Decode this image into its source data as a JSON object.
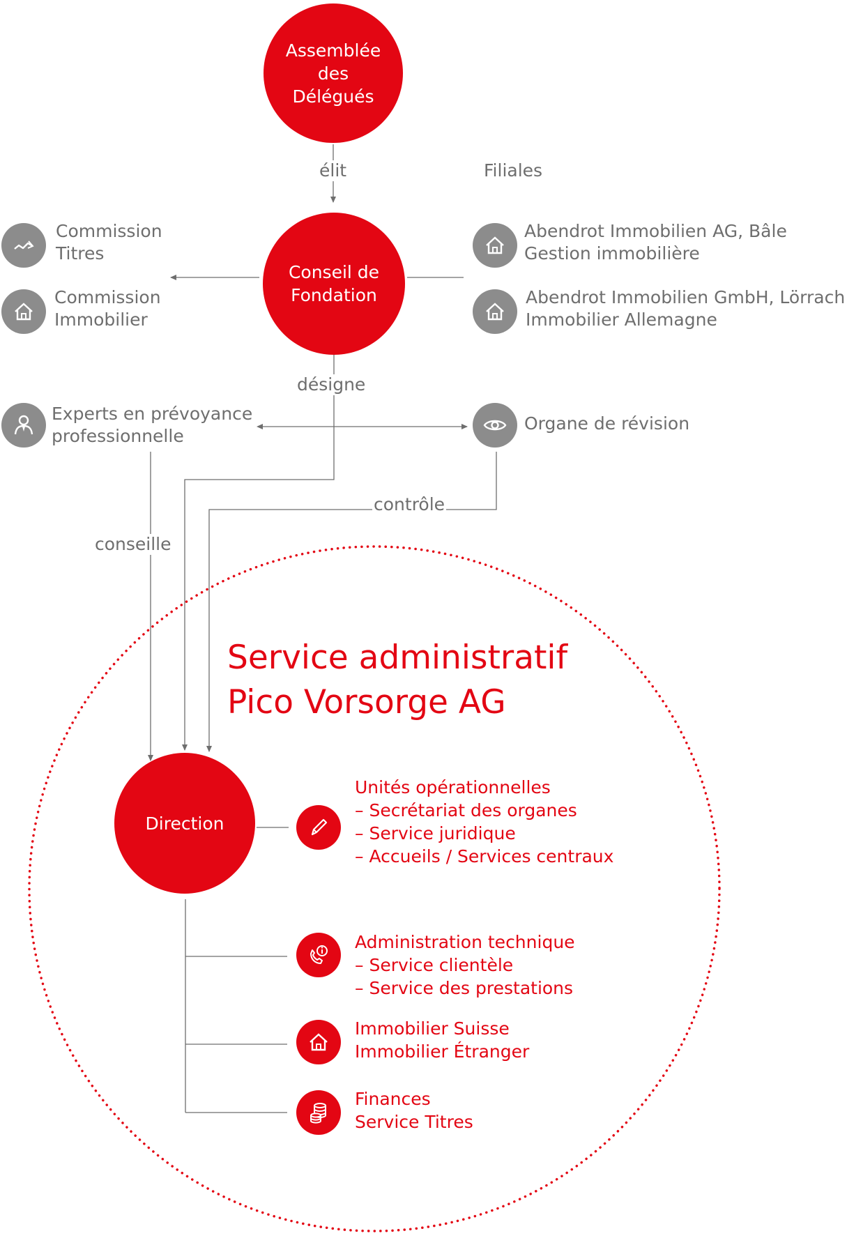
{
  "colors": {
    "accent": "#e30613",
    "grey": "#8c8c8c",
    "text_grey": "#6e6e6e"
  },
  "nodes": {
    "assemblee": [
      "Assemblée",
      "des",
      "Délégués"
    ],
    "conseil": [
      "Conseil de",
      "Fondation"
    ],
    "direction": "Direction"
  },
  "labels": {
    "elit": "élit",
    "filiales": "Filiales",
    "designe": "désigne",
    "controle": "contrôle",
    "conseille": "conseille"
  },
  "left_items": [
    {
      "icon": "trend-chart-icon",
      "lines": [
        "Commission",
        "Titres"
      ]
    },
    {
      "icon": "house-icon",
      "lines": [
        "Commission",
        "Immobilier"
      ]
    }
  ],
  "filiales": [
    {
      "icon": "house-icon",
      "lines": [
        "Abendrot Immobilien AG, Bâle",
        "Gestion immobilière"
      ]
    },
    {
      "icon": "house-icon",
      "lines": [
        "Abendrot Immobilien GmbH, Lörrach",
        "Immobilier Allemagne"
      ]
    }
  ],
  "experts": {
    "icon": "advisor-person-icon",
    "lines": [
      "Experts en prévoyance",
      "professionnelle"
    ]
  },
  "revision": {
    "icon": "eye-icon",
    "label": "Organe de révision"
  },
  "service": {
    "title": [
      "Service administratif",
      "Pico Vorsorge AG"
    ]
  },
  "units": [
    {
      "icon": "pencil-icon",
      "lines": [
        "Unités opérationnelles",
        "– Secrétariat des organes",
        "– Service juridique",
        "– Accueils / Services centraux"
      ]
    },
    {
      "icon": "phone-info-icon",
      "lines": [
        "Administration technique",
        "– Service clientèle",
        "– Service des prestations"
      ]
    },
    {
      "icon": "house-icon",
      "lines": [
        "Immobilier Suisse",
        "Immobilier Étranger"
      ]
    },
    {
      "icon": "coins-stack-icon",
      "lines": [
        "Finances",
        "Service Titres"
      ]
    }
  ]
}
